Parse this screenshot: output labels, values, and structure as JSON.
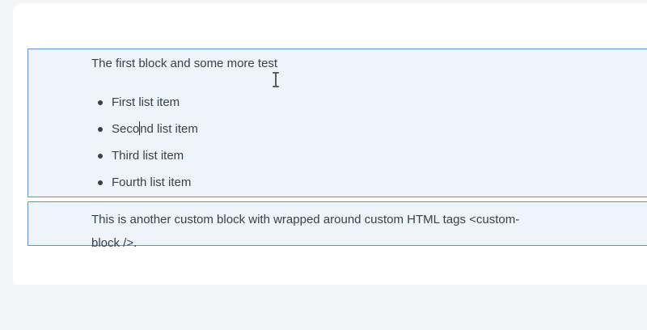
{
  "page": {
    "background_color": "#f4f5f6",
    "panel_background_color": "#ffffff"
  },
  "blocks": {
    "border_color": "#5f93cd",
    "background_color": "#edf4fb",
    "text_color": "#3a4049",
    "first": {
      "paragraph": "The first block and some more test",
      "list_items": [
        "First list item",
        "Second list item",
        "Third list item",
        "Fourth list item"
      ],
      "caret": {
        "item_index": 1,
        "before": "Seco",
        "after": "nd list item"
      }
    },
    "second": {
      "line1": "This is another custom block with wrapped around custom HTML tags  <custom-",
      "line2": "block />.",
      "full_text": "This is another custom block with wrapped around custom HTML tags  <custom-block />."
    }
  },
  "cursor": {
    "icon": "i-beam-text-cursor"
  }
}
